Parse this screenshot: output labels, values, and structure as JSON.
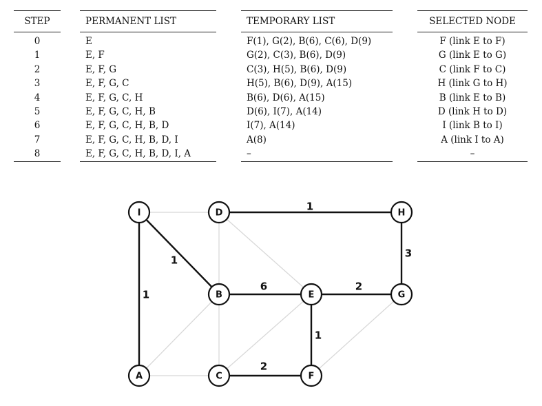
{
  "table": {
    "headers": {
      "step": "STEP",
      "permanent": "PERMANENT LIST",
      "temporary": "TEMPORARY LIST",
      "selected": "SELECTED NODE"
    },
    "rows": [
      {
        "step": "0",
        "permanent": "E",
        "temporary": "F(1), G(2), B(6), C(6), D(9)",
        "selected": "F (link E to F)"
      },
      {
        "step": "1",
        "permanent": "E, F",
        "temporary": "G(2), C(3), B(6), D(9)",
        "selected": "G (link E to G)"
      },
      {
        "step": "2",
        "permanent": "E, F, G",
        "temporary": "C(3), H(5), B(6), D(9)",
        "selected": "C (link F to C)"
      },
      {
        "step": "3",
        "permanent": "E, F, G, C",
        "temporary": "H(5), B(6), D(9), A(15)",
        "selected": "H (link G to H)"
      },
      {
        "step": "4",
        "permanent": "E, F, G, C, H",
        "temporary": "B(6), D(6), A(15)",
        "selected": "B (link E to B)"
      },
      {
        "step": "5",
        "permanent": "E, F, G, C, H, B",
        "temporary": "D(6), I(7), A(14)",
        "selected": "D (link H to D)"
      },
      {
        "step": "6",
        "permanent": "E, F, G, C, H, B, D",
        "temporary": "I(7), A(14)",
        "selected": "I (link B to I)"
      },
      {
        "step": "7",
        "permanent": "E, F, G, C, H, B, D, I",
        "temporary": "A(8)",
        "selected": "A (link I to A)"
      },
      {
        "step": "8",
        "permanent": "E, F, G, C, H, B, D, I, A",
        "temporary": "–",
        "selected": "–"
      }
    ]
  },
  "graph": {
    "nodes": [
      "I",
      "D",
      "H",
      "B",
      "E",
      "G",
      "A",
      "C",
      "F"
    ],
    "tree_edges": [
      {
        "from": "D",
        "to": "H",
        "weight": "1"
      },
      {
        "from": "I",
        "to": "B",
        "weight": "1"
      },
      {
        "from": "I",
        "to": "A",
        "weight": "1"
      },
      {
        "from": "H",
        "to": "G",
        "weight": "3"
      },
      {
        "from": "B",
        "to": "E",
        "weight": "6"
      },
      {
        "from": "E",
        "to": "G",
        "weight": "2"
      },
      {
        "from": "E",
        "to": "F",
        "weight": "1"
      },
      {
        "from": "C",
        "to": "F",
        "weight": "2"
      }
    ],
    "background_edges": [
      {
        "from": "I",
        "to": "D"
      },
      {
        "from": "D",
        "to": "B"
      },
      {
        "from": "D",
        "to": "E"
      },
      {
        "from": "B",
        "to": "C"
      },
      {
        "from": "B",
        "to": "A"
      },
      {
        "from": "A",
        "to": "C"
      },
      {
        "from": "C",
        "to": "E"
      },
      {
        "from": "F",
        "to": "G"
      }
    ],
    "colors": {
      "tree_edge": "#111111",
      "background_edge": "#d8d8d8",
      "node_fill": "#ffffff",
      "node_stroke": "#111111"
    }
  }
}
